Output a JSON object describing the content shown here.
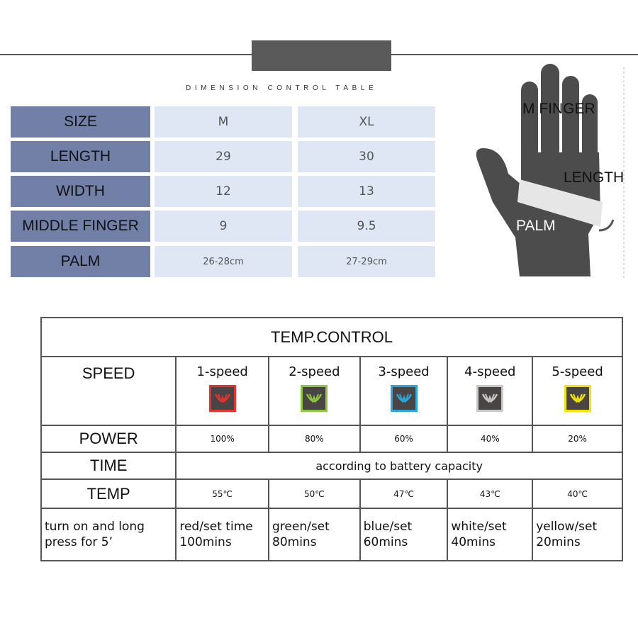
{
  "dimension": {
    "title": "DIMENSION CONTROL TABLE",
    "rows": [
      {
        "label": "SIZE",
        "m": "M",
        "xl": "XL"
      },
      {
        "label": "LENGTH",
        "m": "29",
        "xl": "30"
      },
      {
        "label": "WIDTH",
        "m": "12",
        "xl": "13"
      },
      {
        "label": "MIDDLE FINGER",
        "m": "9",
        "xl": "9.5"
      },
      {
        "label": "PALM",
        "m": "26-28cm",
        "xl": "27-29cm"
      }
    ]
  },
  "hand": {
    "m_finger": "M FINGER",
    "length": "LENGTH",
    "palm": "PALM"
  },
  "temp": {
    "title": "TEMP.CONTROL",
    "speed_label": "SPEED",
    "power_label": "POWER",
    "time_label": "TIME",
    "temp_label": "TEMP",
    "note_label": "turn on and long press for 5’",
    "time_value": "according to battery capacity",
    "speeds": [
      {
        "name": "1-speed",
        "color": "#e8322e",
        "power": "100%",
        "temp": "55℃",
        "mode": "red/set time 100mins"
      },
      {
        "name": "2-speed",
        "color": "#8dc63f",
        "power": "80%",
        "temp": "50℃",
        "mode": "green/set 80mins"
      },
      {
        "name": "3-speed",
        "color": "#29a8e0",
        "power": "60%",
        "temp": "47℃",
        "mode": "blue/set 60mins"
      },
      {
        "name": "4-speed",
        "color": "#c8c8c8",
        "power": "40%",
        "temp": "43℃",
        "mode": "white/set 40mins"
      },
      {
        "name": "5-speed",
        "color": "#f5e600",
        "power": "20%",
        "temp": "40℃",
        "mode": "yellow/set 20mins"
      }
    ]
  }
}
